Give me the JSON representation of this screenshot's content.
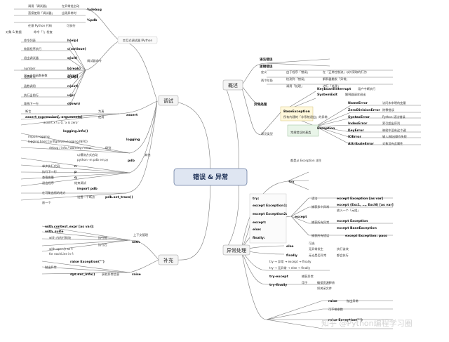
{
  "center": {
    "title": "错误 & 异常"
  },
  "branches": {
    "debug": {
      "label": "调试"
    },
    "overview": {
      "label": "概述"
    },
    "supplement": {
      "label": "补充"
    },
    "exception_handling": {
      "label": "异常处理"
    }
  },
  "debug_section": {
    "pdb_title": "交互式调试器 IPython",
    "magics": [
      "%debug",
      "%pdb"
    ],
    "pdb_labels": [
      "调用「调试器」",
      "直接使用「调试器」",
      "出现异常时",
      "在异常处启动",
      "任意 Python 代码",
      "可执行",
      "对象 & 数据",
      "命令「!」检查"
    ],
    "pdb_commands": [
      {
        "desc": "命令列表",
        "cmd": "h(elp)"
      },
      {
        "desc": "恢复程序执行",
        "cmd": "c(ontinue)"
      },
      {
        "desc": "退出调试器",
        "cmd": "q(uit)"
      },
      {
        "desc": "number",
        "cmd": "b(reak)"
      },
      {
        "desc": "设置断点",
        "cmd": "s(tep)"
      },
      {
        "desc": "函数调用",
        "cmd": "n(ext)"
      },
      {
        "desc": "执行当前行",
        "cmd": "u(p)"
      },
      {
        "desc": "堆栈下一行",
        "cmd": "d(own)"
      },
      {
        "desc": "显示当前函数参数",
        "cmd": "a(rgs)"
      }
    ],
    "group_label": "调试器命令",
    "assert": "assert",
    "assert_items": [
      "assert expression[, arguments]",
      "断言",
      "assert x != 0, 'x is zero'",
      "使用",
      "为真"
    ],
    "logging": "logging",
    "logging_items": [
      "import logging",
      "logging.basicConfig(level=logging.INFO)",
      "logging.info()",
      "debug / info / warning / error",
      "级别"
    ],
    "pdb": "pdb",
    "pdb_items": [
      "以模块方式启动",
      "python -m pdb err.py",
      "单步执行代码",
      "n",
      "执行下一行",
      "p",
      "查看变量",
      "q",
      "退出程序",
      "结束调试",
      "import pdb",
      "设置一个断点",
      "pdb.set_trace()",
      "在可能出错的地方",
      "放一个"
    ],
    "other_label": "其他"
  },
  "overview_section": {
    "items": [
      "语法错误",
      "逻辑错误",
      "定义",
      "由于程序「错误」",
      "在「正常控制流」以外采取的行为",
      "两个阶段",
      "检测到「错误」",
      "解释器触发「异常」",
      "调用「处理」",
      "进行「处理」",
      "异常处理"
    ],
    "hierarchy_title": "常见类型",
    "classes": [
      "BaseException",
      "SystemExit",
      "KeyboardInterrupt",
      "Exception",
      "NameError",
      "ZeroDivisionError",
      "SyntaxError",
      "IndexError",
      "KeyError",
      "IOError",
      "AttributeError"
    ],
    "class_descs": [
      "用户中断执行",
      "解释器请求退出",
      "常规错误的基类",
      "访问未申明的变量",
      "除零错误",
      "Python 语法错误",
      "索引超出序列",
      "映射中没有这个键",
      "输入/输出操作失败",
      "对象没有此属性"
    ],
    "footnote": [
      "所有内建的「非系统退出」的异常",
      "都是从 Exception 派生"
    ]
  },
  "handling_section": {
    "try_title": "try",
    "try_labels": [
      "try:",
      "except Exception1:",
      "except Exception2:",
      "except:",
      "else:",
      "finally:"
    ],
    "flow": [
      "try → 异常 → except → finally",
      "try → 无异常 → else → finally"
    ],
    "except_title": "except",
    "except_items": [
      "语法",
      "except Exception [as var]",
      "捕获多个异常",
      "except (Exc1, …, ExcN) [as var]",
      "放入一个「元组」",
      "捕获所有异常",
      "except Exception",
      "except BaseException",
      "捕获所有错误",
      "except Exception: pass"
    ],
    "else_label": "else",
    "else_items": [
      "可选",
      "无异常发生",
      "执行该块"
    ],
    "finally_label": "finally",
    "finally_items": [
      "无论是否异常",
      "都会执行"
    ],
    "raise_items": [
      "raise",
      "抛出异常",
      "可不带参数",
      "raise Exception(\"\")"
    ],
    "combos": [
      "try-except",
      "try-finally"
    ],
    "extra": [
      "捕获异常",
      "用于",
      "确保资源释放",
      "如关闭文件"
    ]
  },
  "supplement_section": {
    "with_title": "with",
    "with_items": [
      "with context_expr [as var]:",
      "with_suite",
      "上下文管理",
      "with 内的代码块",
      "执行前",
      "执行后",
      "with open() as f:",
      "for eachLine in f:"
    ],
    "raise_title": "raise",
    "raise_items": [
      "raise Exception(\"\")",
      "抛出异常",
      "sys.exc_info()",
      "获取异常信息"
    ]
  },
  "watermark": "知乎 @Python编程学习圈"
}
